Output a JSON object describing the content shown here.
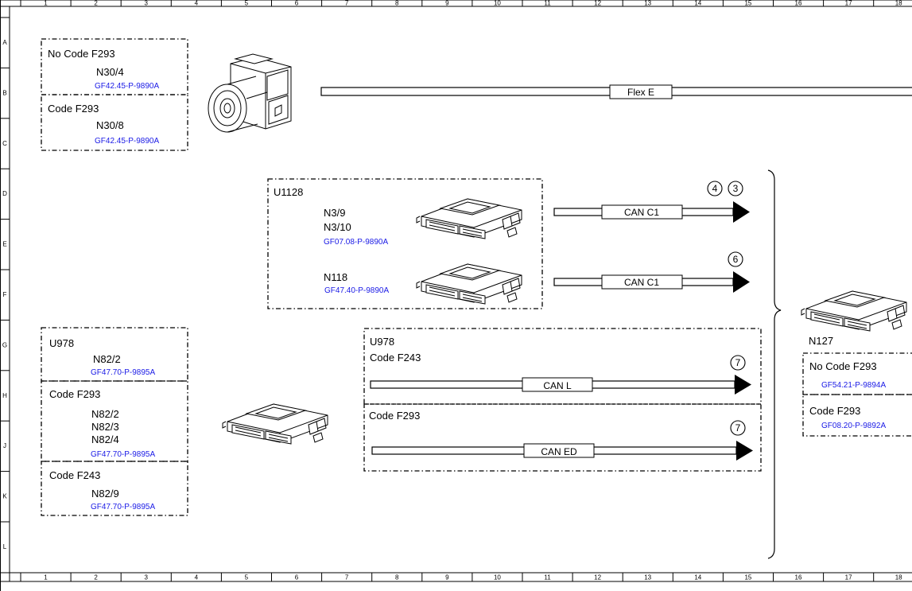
{
  "frame": {
    "columns": [
      "1",
      "2",
      "3",
      "4",
      "5",
      "6",
      "7",
      "8",
      "9",
      "10",
      "11",
      "12",
      "13",
      "14",
      "15",
      "16",
      "17",
      "18"
    ],
    "rows": [
      "A",
      "B",
      "C",
      "D",
      "E",
      "F",
      "G",
      "H",
      "J",
      "K",
      "L"
    ]
  },
  "sections": {
    "a": {
      "title": "No Code F293",
      "component": "N30/4",
      "ref": "GF42.45-P-9890A"
    },
    "b": {
      "title": "Code F293",
      "component": "N30/8",
      "ref": "GF42.45-P-9890A"
    },
    "c": {
      "title": "U1128",
      "comp1": "N3/9",
      "comp2": "N3/10",
      "ref1": "GF07.08-P-9890A",
      "comp3": "N118",
      "ref2": "GF47.40-P-9890A"
    },
    "d": {
      "title": "U978",
      "component": "N82/2",
      "ref": "GF47.70-P-9895A"
    },
    "e": {
      "title": "Code F293",
      "comp1": "N82/2",
      "comp2": "N82/3",
      "comp3": "N82/4",
      "ref": "GF47.70-P-9895A"
    },
    "f": {
      "title": "Code F243",
      "component": "N82/9",
      "ref": "GF47.70-P-9895A"
    },
    "g": {
      "title1": "U978",
      "title2": "Code F243"
    },
    "h": {
      "title": "Code F293"
    },
    "target": {
      "name": "N127"
    },
    "i": {
      "title": "No Code F293",
      "ref": "GF54.21-P-9894A"
    },
    "j": {
      "title": "Code F293",
      "ref": "GF08.20-P-9892A"
    }
  },
  "buses": {
    "flex": "Flex E",
    "can_c1_a": "CAN C1",
    "can_c1_b": "CAN C1",
    "can_l": "CAN L",
    "can_ed": "CAN ED"
  },
  "refs": {
    "r4": "4",
    "r3": "3",
    "r6": "6",
    "r7a": "7",
    "r7b": "7"
  },
  "icons": [
    "sensor-unit-icon",
    "control-unit-icon"
  ],
  "colors": {
    "reference_text": "#1a1ae6",
    "line": "#000000"
  }
}
